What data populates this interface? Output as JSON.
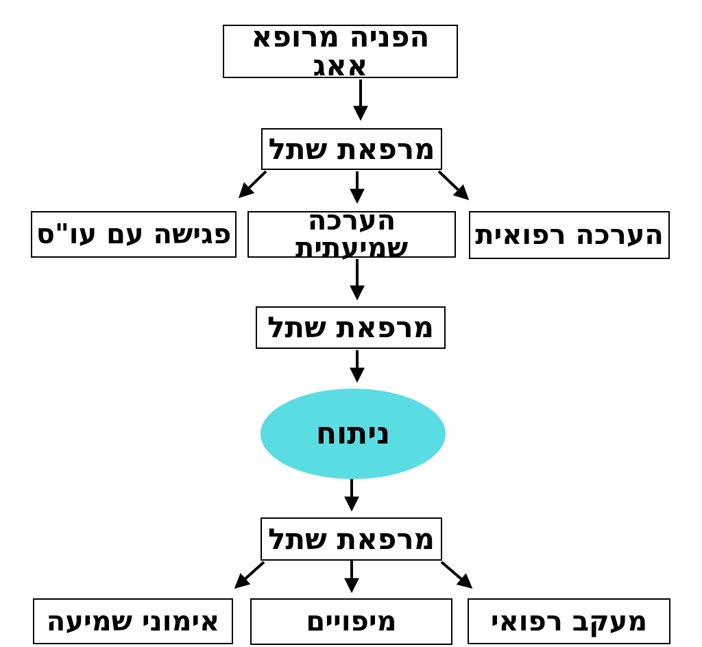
{
  "diagram": {
    "type": "flowchart",
    "language": "hebrew",
    "nodes": {
      "referral": "הפניה מרופא אאג",
      "clinic_top": "מרפאת שתל",
      "social_worker": "פגישה עם עו\"ס",
      "hearing_assessment": "הערכה שמיעתית",
      "medical_assessment": "הערכה רפואית",
      "clinic_mid": "מרפאת שתל",
      "surgery": "ניתוח",
      "clinic_bottom": "מרפאת שתל",
      "hearing_training": "אימוני שמיעה",
      "mappings": "מיפויים",
      "medical_followup": "מעקב רפואי"
    },
    "colors": {
      "background": "#ffffff",
      "box_fill": "#ffffff",
      "box_border": "#000000",
      "text": "#000000",
      "surgery_fill": "#5adde2",
      "arrow": "#000000"
    },
    "edges": [
      {
        "from": "referral",
        "to": "clinic_top"
      },
      {
        "from": "clinic_top",
        "to": "social_worker"
      },
      {
        "from": "clinic_top",
        "to": "hearing_assessment"
      },
      {
        "from": "clinic_top",
        "to": "medical_assessment"
      },
      {
        "from": "hearing_assessment",
        "to": "clinic_mid"
      },
      {
        "from": "clinic_mid",
        "to": "surgery"
      },
      {
        "from": "surgery",
        "to": "clinic_bottom"
      },
      {
        "from": "clinic_bottom",
        "to": "hearing_training"
      },
      {
        "from": "clinic_bottom",
        "to": "mappings"
      },
      {
        "from": "clinic_bottom",
        "to": "medical_followup"
      }
    ]
  }
}
